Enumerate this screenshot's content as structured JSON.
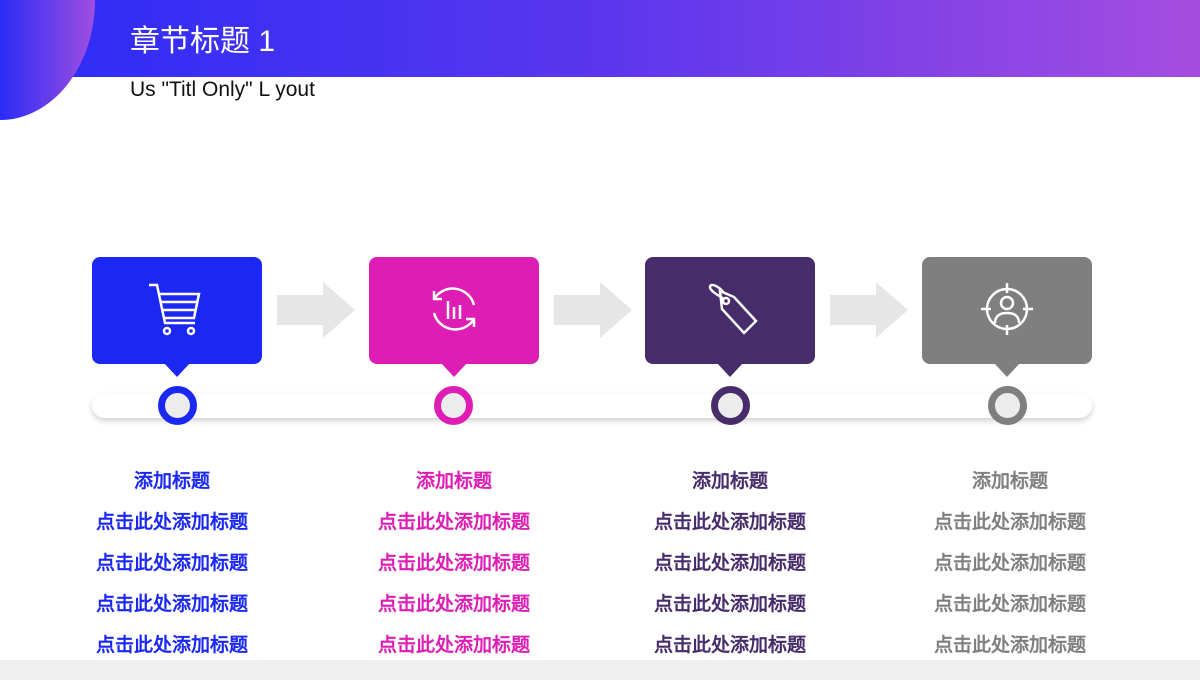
{
  "header": {
    "title": "章节标题 1",
    "subtitle": "Us  \"Titl  Only\" L yout"
  },
  "steps": [
    {
      "color": "#1b28f4",
      "icon": "shopping-cart-icon",
      "heading": "添加标题",
      "lines": [
        "点击此处添加标题",
        "点击此处添加标题",
        "点击此处添加标题",
        "点击此处添加标题"
      ]
    },
    {
      "color": "#de1db4",
      "icon": "refresh-chart-icon",
      "heading": "添加标题",
      "lines": [
        "点击此处添加标题",
        "点击此处添加标题",
        "点击此处添加标题",
        "点击此处添加标题"
      ]
    },
    {
      "color": "#472c6b",
      "icon": "price-tag-icon",
      "heading": "添加标题",
      "lines": [
        "点击此处添加标题",
        "点击此处添加标题",
        "点击此处添加标题",
        "点击此处添加标题"
      ]
    },
    {
      "color": "#7f7f7f",
      "icon": "target-user-icon",
      "heading": "添加标题",
      "lines": [
        "点击此处添加标题",
        "点击此处添加标题",
        "点击此处添加标题",
        "点击此处添加标题"
      ]
    }
  ]
}
